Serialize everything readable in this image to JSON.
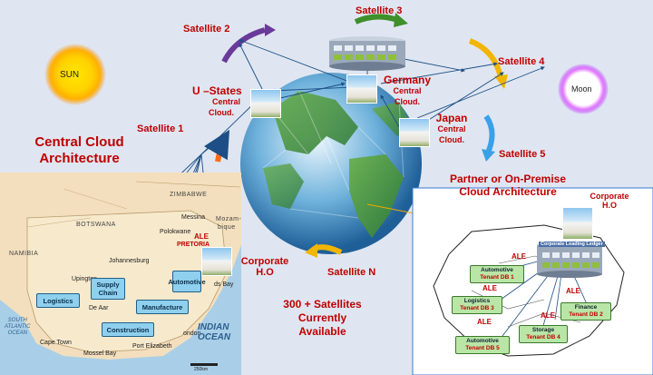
{
  "satellites": {
    "s1": "Satellite 1",
    "s2": "Satellite 2",
    "s3": "Satellite 3",
    "s4": "Satellite 4",
    "s5": "Satellite 5",
    "sn": "Satellite N"
  },
  "sun": "SUN",
  "moon": "Moon",
  "central_title": [
    "Central Cloud",
    "Architecture"
  ],
  "partner_title": [
    "Partner or On-Premise",
    "Cloud Architecture"
  ],
  "us": {
    "name": "U –States",
    "sub": [
      "Central",
      "Cloud."
    ]
  },
  "germany": {
    "name": "Germany",
    "sub": [
      "Central",
      "Cloud."
    ]
  },
  "japan": {
    "name": "Japan",
    "sub": [
      "Central",
      "Cloud."
    ]
  },
  "corporate_left": [
    "Corporate",
    "H.O"
  ],
  "corporate_right": [
    "Corporate",
    "H.O"
  ],
  "satellites_available": [
    "300 + Satellites",
    "Currently",
    "Available"
  ],
  "ledger": "Corporate Leading Ledger",
  "left_map": {
    "countries": [
      "ZIMBABWE",
      "BOTSWANA",
      "NAMIBIA",
      "Mozam-",
      "bique"
    ],
    "cities": [
      "Messina",
      "Polokwane",
      "PRETORIA",
      "Johannesburg",
      "Upington",
      "De Aar",
      "Cape Town",
      "Port Elizabeth",
      "Mossel Bay",
      "ds Bay",
      "ondon"
    ],
    "oceans": {
      "atlantic": [
        "SOUTH",
        "ATLANTIC",
        "OCEAN"
      ],
      "indian": [
        "INDIAN",
        "OCEAN"
      ]
    },
    "boxes": [
      "Logistics",
      "Supply Chain",
      "Automotive",
      "Manufacture",
      "Construction"
    ],
    "ale": "ALE",
    "scale": "250km"
  },
  "tenants": [
    {
      "name": "Automotive",
      "db": "Tenant DB 1"
    },
    {
      "name": "Logistics",
      "db": "Tenant DB 3"
    },
    {
      "name": "Finance",
      "db": "Tenant DB 2"
    },
    {
      "name": "Storage",
      "db": "Tenant DB 4"
    },
    {
      "name": "Automotive",
      "db": "Tenant DB 5"
    }
  ],
  "ale_label": "ALE",
  "colors": {
    "sat_label": "#c00000",
    "box": "#8fd0ee",
    "tenant": "#b9e6a6",
    "arrow_blue": "#3a6aa0"
  }
}
